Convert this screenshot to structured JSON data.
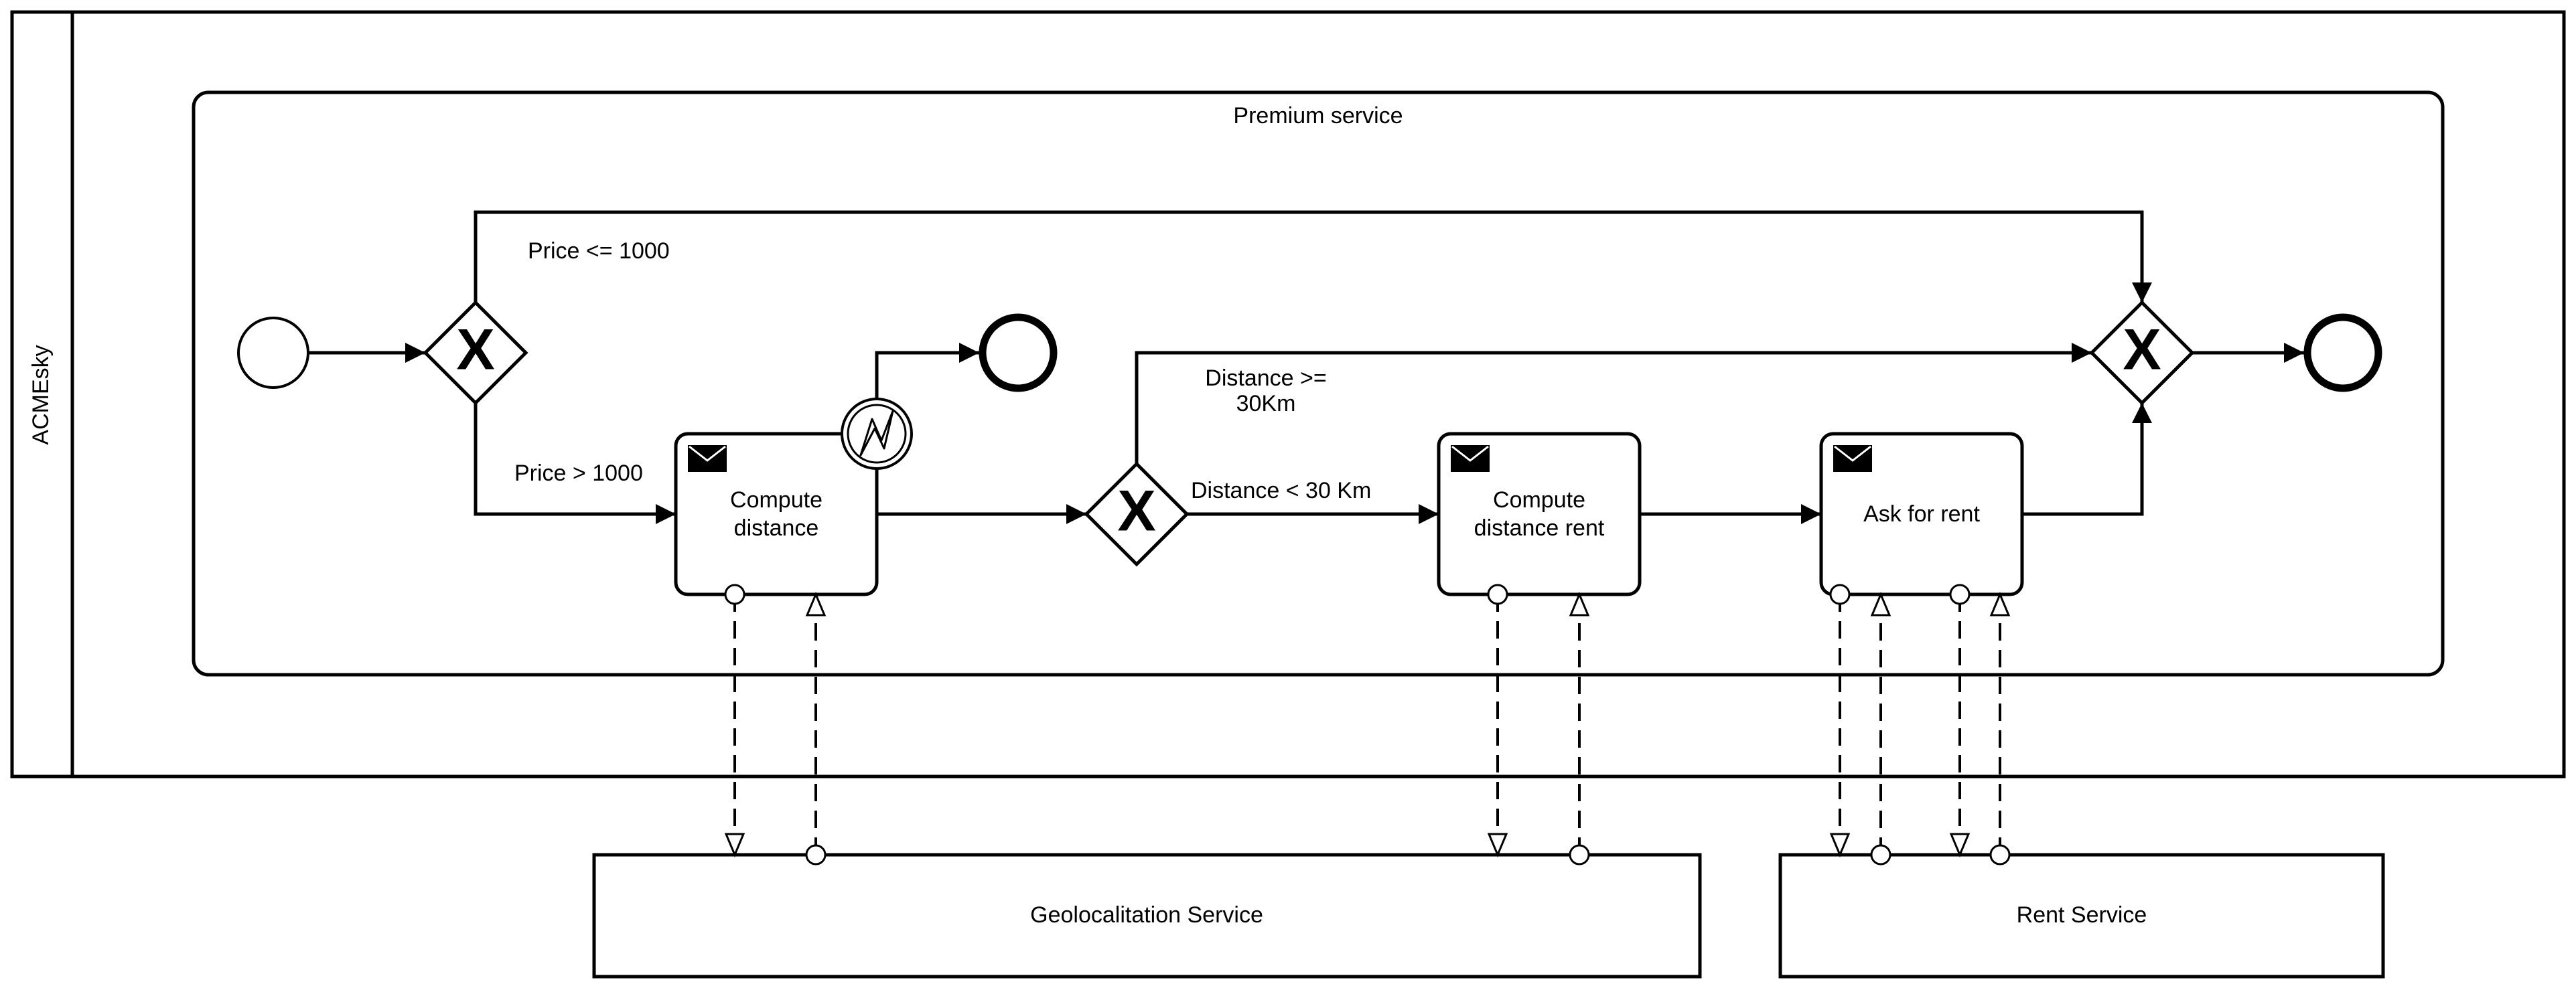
{
  "pool": {
    "name": "ACMEsky"
  },
  "subprocess": {
    "label": "Premium service"
  },
  "tasks": {
    "compute_distance": [
      "Compute",
      "distance"
    ],
    "compute_distance_rent": [
      "Compute",
      "distance rent"
    ],
    "ask_for_rent": "Ask for rent"
  },
  "conditions": {
    "price_low": "Price <= 1000",
    "price_high": "Price > 1000",
    "distance_far": [
      "Distance >=",
      "30Km"
    ],
    "distance_near": "Distance < 30 Km"
  },
  "external_pools": {
    "geolocalization": "Geolocalitation Service",
    "rent": "Rent Service"
  },
  "gateway_symbol": "X",
  "icons": {
    "task_marker": "envelope-icon",
    "boundary_event": "error-lightning-icon"
  }
}
